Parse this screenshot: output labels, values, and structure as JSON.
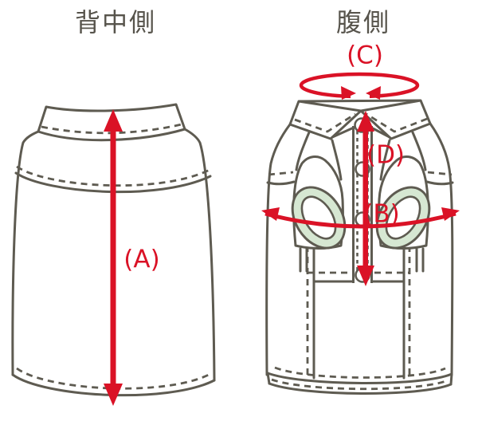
{
  "diagram": {
    "back_view": {
      "title": "背中側",
      "back_length_label": "(A)"
    },
    "front_view": {
      "title": "腹側",
      "neck_girth_label": "(C)",
      "chest_girth_label": "(B)",
      "front_length_label": "(D)"
    },
    "colors": {
      "measurement_red": "#da1226",
      "outline_gray": "#5e5b51",
      "sleeve_lining_mint": "#d6e7d2",
      "title_gray": "#57544c"
    }
  }
}
